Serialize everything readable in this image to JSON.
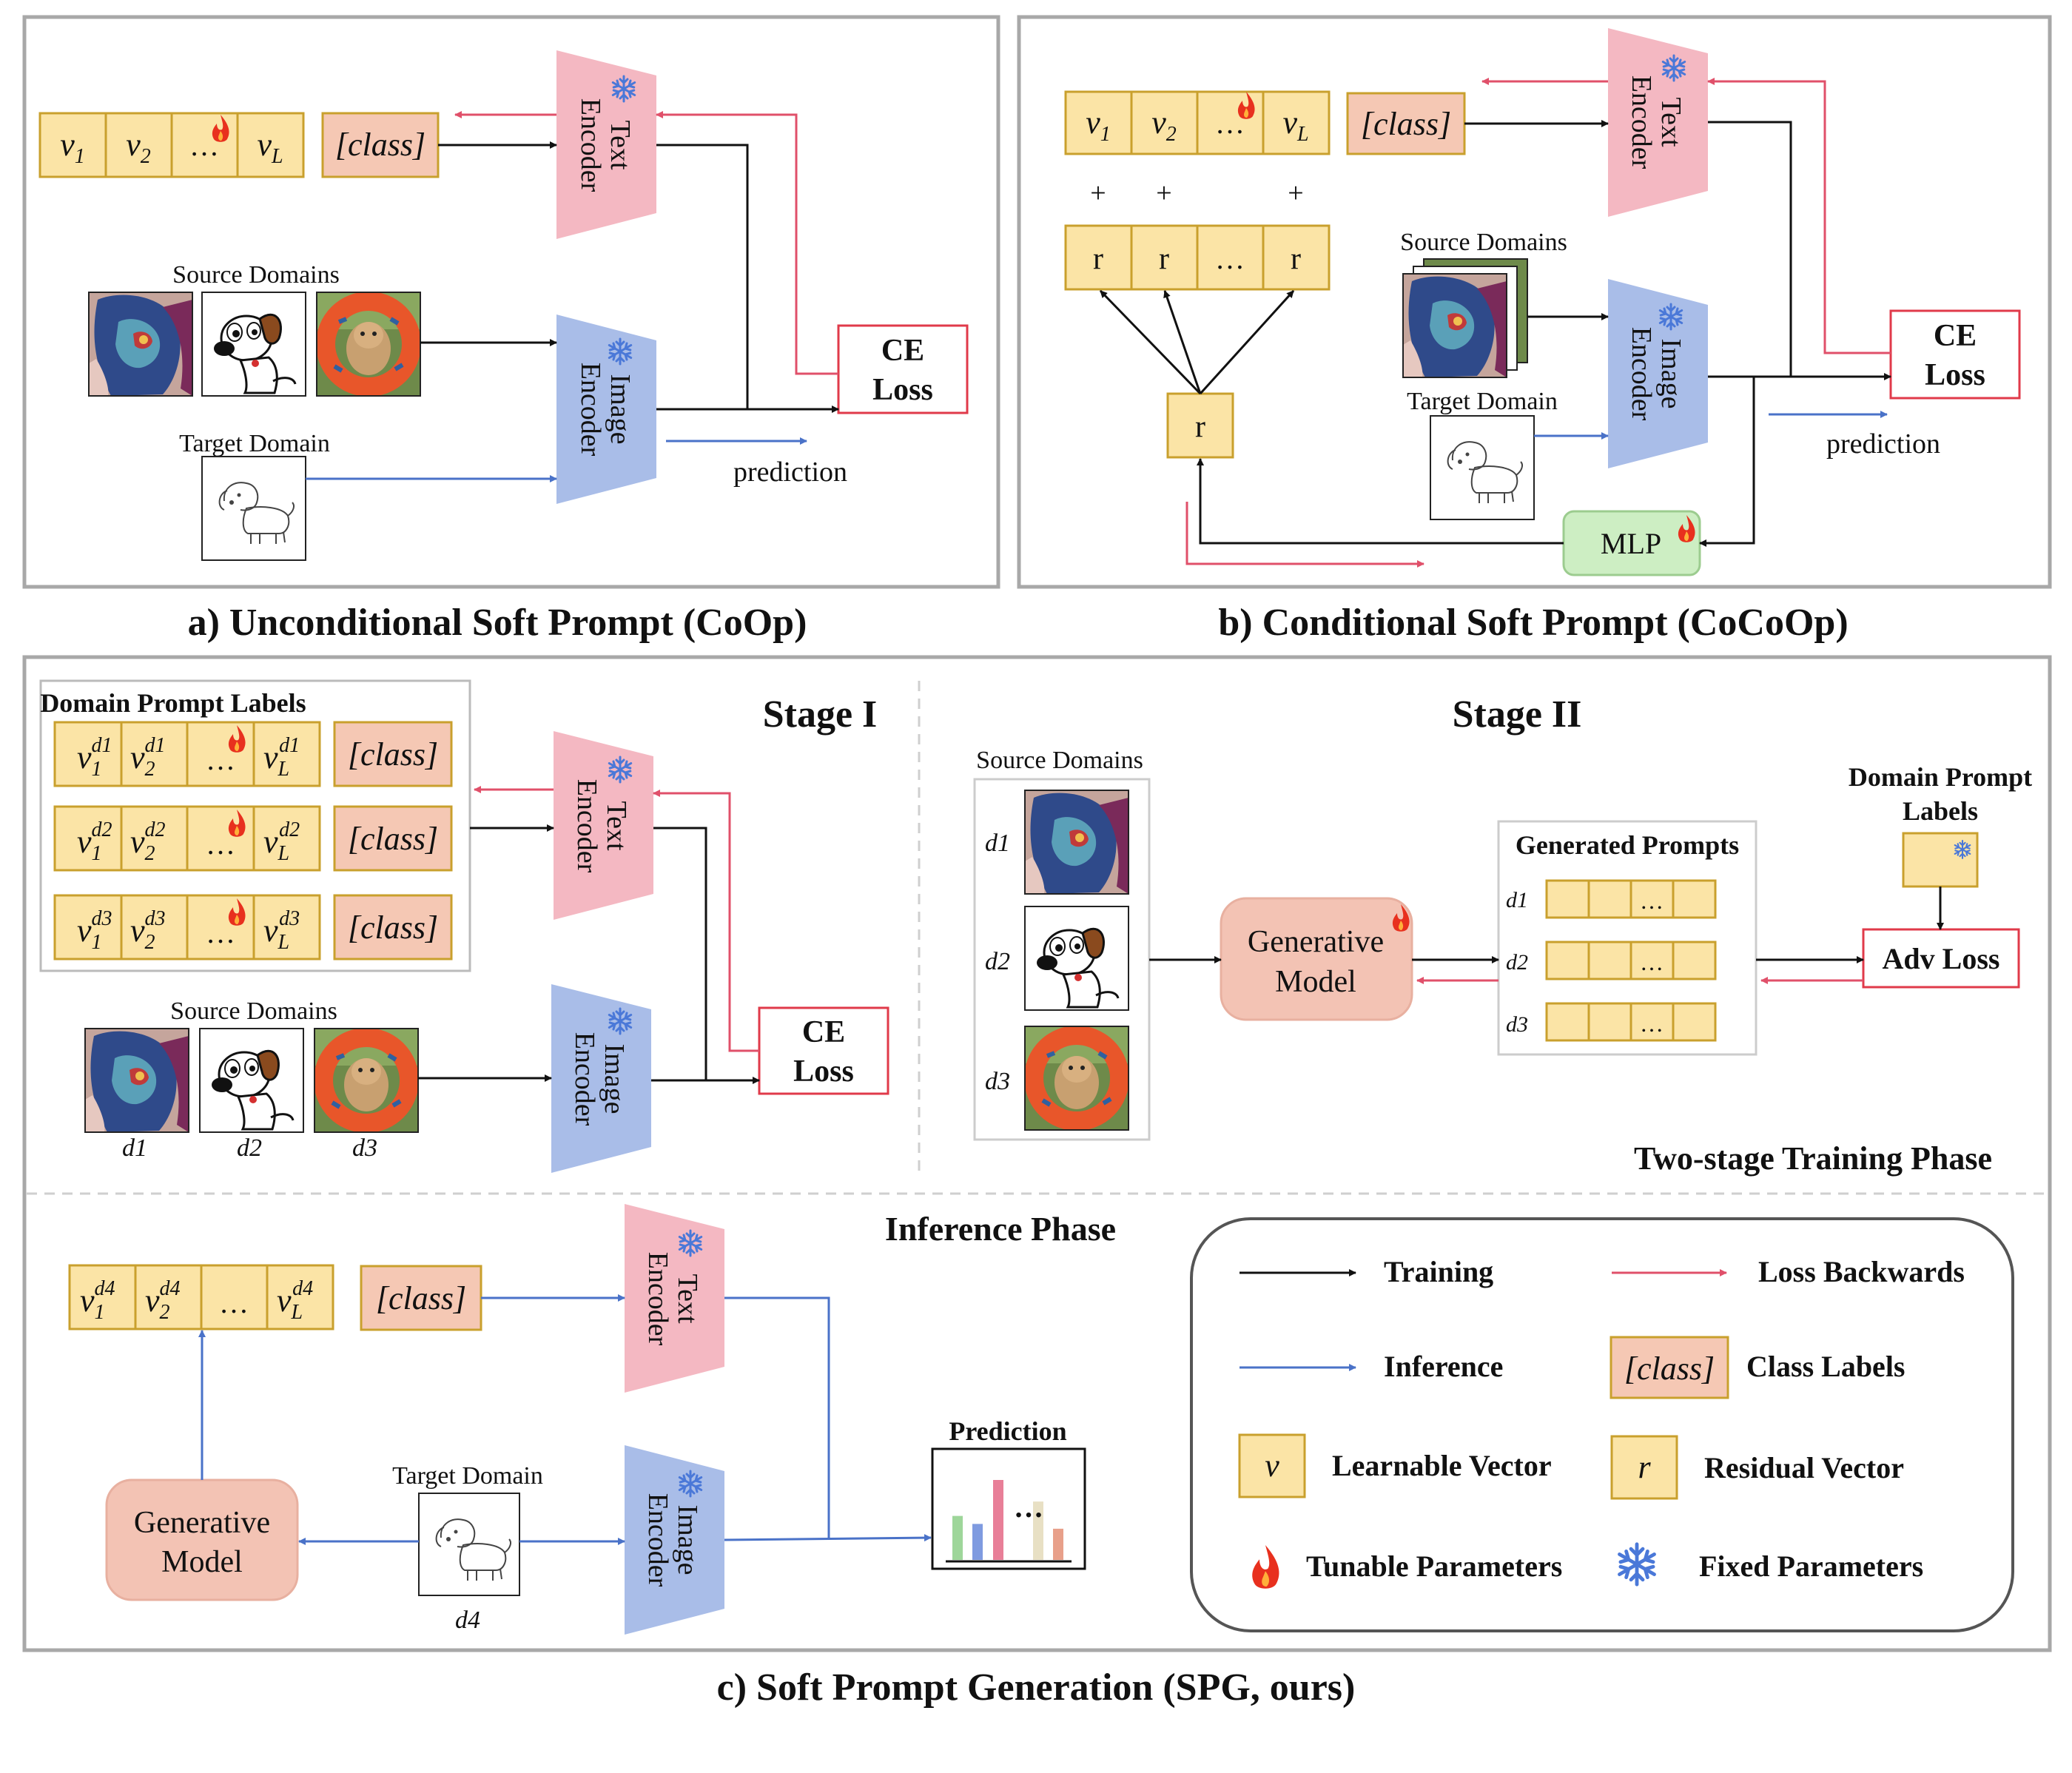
{
  "panel_a": {
    "caption": "a) Unconditional Soft Prompt (CoOp)",
    "prompt_tokens": [
      {
        "sym": "v",
        "sub": "1"
      },
      {
        "sym": "v",
        "sub": "2"
      },
      {
        "sym": "…",
        "sub": ""
      },
      {
        "sym": "v",
        "sub": "L"
      }
    ],
    "class_label": "[class]",
    "text_encoder": [
      "Text",
      "Encoder"
    ],
    "image_encoder": [
      "Image",
      "Encoder"
    ],
    "source_domains": "Source Domains",
    "target_domain": "Target Domain",
    "ce_loss": [
      "CE",
      "Loss"
    ],
    "prediction": "prediction"
  },
  "panel_b": {
    "caption": "b) Conditional Soft Prompt (CoCoOp)",
    "prompt_tokens": [
      {
        "sym": "v",
        "sub": "1"
      },
      {
        "sym": "v",
        "sub": "2"
      },
      {
        "sym": "…",
        "sub": ""
      },
      {
        "sym": "v",
        "sub": "L"
      }
    ],
    "plus_sign": "+",
    "residual_tokens": [
      "r",
      "r",
      "…",
      "r"
    ],
    "residual": "r",
    "class_label": "[class]",
    "text_encoder": [
      "Text",
      "Encoder"
    ],
    "image_encoder": [
      "Image",
      "Encoder"
    ],
    "source_domains": "Source Domains",
    "target_domain": "Target Domain",
    "ce_loss": [
      "CE",
      "Loss"
    ],
    "prediction": "prediction",
    "mlp": "MLP"
  },
  "panel_c": {
    "caption": "c) Soft Prompt Generation (SPG, ours)",
    "stage1": {
      "title": "Stage I",
      "labels_title": "Domain Prompt Labels",
      "rows": [
        {
          "domain": "d1",
          "tokens": [
            {
              "sym": "v",
              "sub": "1",
              "sup": "d1"
            },
            {
              "sym": "v",
              "sub": "2",
              "sup": "d1"
            },
            {
              "sym": "…",
              "sub": "",
              "sup": ""
            },
            {
              "sym": "v",
              "sub": "L",
              "sup": "d1"
            }
          ]
        },
        {
          "domain": "d2",
          "tokens": [
            {
              "sym": "v",
              "sub": "1",
              "sup": "d2"
            },
            {
              "sym": "v",
              "sub": "2",
              "sup": "d2"
            },
            {
              "sym": "…",
              "sub": "",
              "sup": ""
            },
            {
              "sym": "v",
              "sub": "L",
              "sup": "d2"
            }
          ]
        },
        {
          "domain": "d3",
          "tokens": [
            {
              "sym": "v",
              "sub": "1",
              "sup": "d3"
            },
            {
              "sym": "v",
              "sub": "2",
              "sup": "d3"
            },
            {
              "sym": "…",
              "sub": "",
              "sup": ""
            },
            {
              "sym": "v",
              "sub": "L",
              "sup": "d3"
            }
          ]
        }
      ],
      "class_label": "[class]",
      "text_encoder": [
        "Text",
        "Encoder"
      ],
      "image_encoder": [
        "Image",
        "Encoder"
      ],
      "source_domains": "Source Domains",
      "domain_labels": [
        "d1",
        "d2",
        "d3"
      ],
      "ce_loss": [
        "CE",
        "Loss"
      ]
    },
    "stage2": {
      "title": "Stage II",
      "source_domains": "Source Domains",
      "domain_labels": [
        "d1",
        "d2",
        "d3"
      ],
      "generative_model": [
        "Generative",
        "Model"
      ],
      "generated_prompts": "Generated Prompts",
      "ellipsis": "…",
      "domain_prompt_labels": [
        "Domain Prompt",
        "Labels"
      ],
      "adv_loss": "Adv Loss",
      "phase_label": "Two-stage Training Phase"
    },
    "inference": {
      "title": "Inference Phase",
      "prompt_tokens": [
        {
          "sym": "v",
          "sub": "1",
          "sup": "d4"
        },
        {
          "sym": "v",
          "sub": "2",
          "sup": "d4"
        },
        {
          "sym": "…",
          "sub": "",
          "sup": ""
        },
        {
          "sym": "v",
          "sub": "L",
          "sup": "d4"
        }
      ],
      "class_label": "[class]",
      "text_encoder": [
        "Text",
        "Encoder"
      ],
      "image_encoder": [
        "Image",
        "Encoder"
      ],
      "target_domain": "Target Domain",
      "domain_label": "d4",
      "generative_model": [
        "Generative",
        "Model"
      ],
      "prediction_title": "Prediction",
      "prediction_dots": "…",
      "prediction_bars": [
        0.55,
        0.45,
        1.0,
        0.73,
        0.39
      ],
      "prediction_bar_colors": [
        "#9ed69a",
        "#7f9be0",
        "#e87f98",
        "#e8e0c4",
        "#e8a08a"
      ]
    },
    "legend": {
      "training": "Training",
      "loss_backwards": "Loss Backwards",
      "inference": "Inference",
      "class_sample": "[class]",
      "class_labels": "Class Labels",
      "learnable_sym": "v",
      "learnable_vector": "Learnable Vector",
      "residual_sym": "r",
      "residual_vector": "Residual Vector",
      "tunable_parameters": "Tunable Parameters",
      "fixed_parameters": "Fixed Parameters"
    }
  },
  "colors": {
    "token_fill": "#fbe4a6",
    "token_stroke": "#c9a02d",
    "class_fill": "#f5c8b4",
    "text_encoder": "#f4b8c2",
    "image_encoder": "#a9bde8",
    "generative_model": "#f3c3b4",
    "mlp": "#cdeec3",
    "loss_stroke": "#e03a4a",
    "training_arrow": "#111111",
    "loss_arrow": "#e0506a",
    "inference_arrow": "#4a72c8",
    "flame": "#e8301e",
    "snowflake": "#4a78d8"
  },
  "icons": {
    "tunable": "flame-icon",
    "fixed": "snowflake-icon",
    "images": [
      "painting-dog-image",
      "cartoon-dog-image",
      "photo-dog-image",
      "sketch-dog-image"
    ]
  }
}
